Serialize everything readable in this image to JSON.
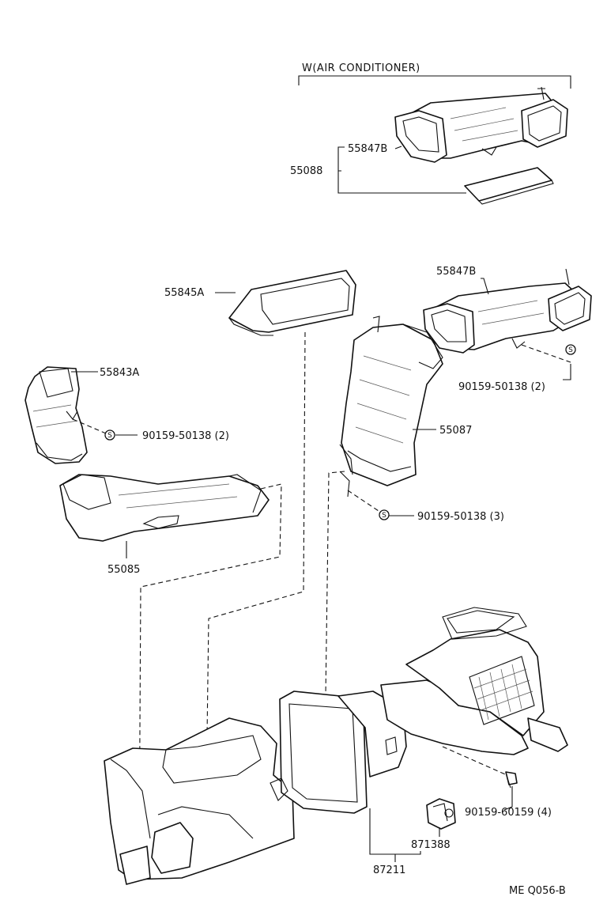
{
  "header": {
    "variant_label": "W(AIR CONDITIONER)"
  },
  "callouts": {
    "p_558478_top": "55847B",
    "p_55088": "55088",
    "p_55845A": "55845A",
    "p_558478_mid": "55847B",
    "p_55843A": "55843A",
    "p_screw_2a": "90159-50138 (2)",
    "p_screw_2b": "90159-50138 (2)",
    "p_55087": "55087",
    "p_screw_3": "90159-50138 (3)",
    "p_55085": "55085",
    "p_screw_4": "90159-60159 (4)",
    "p_871388": "871388",
    "p_87211": "87211"
  },
  "symbols": {
    "screw_mark": "S"
  },
  "footer": {
    "diagram_code": "ME Q056-B"
  }
}
